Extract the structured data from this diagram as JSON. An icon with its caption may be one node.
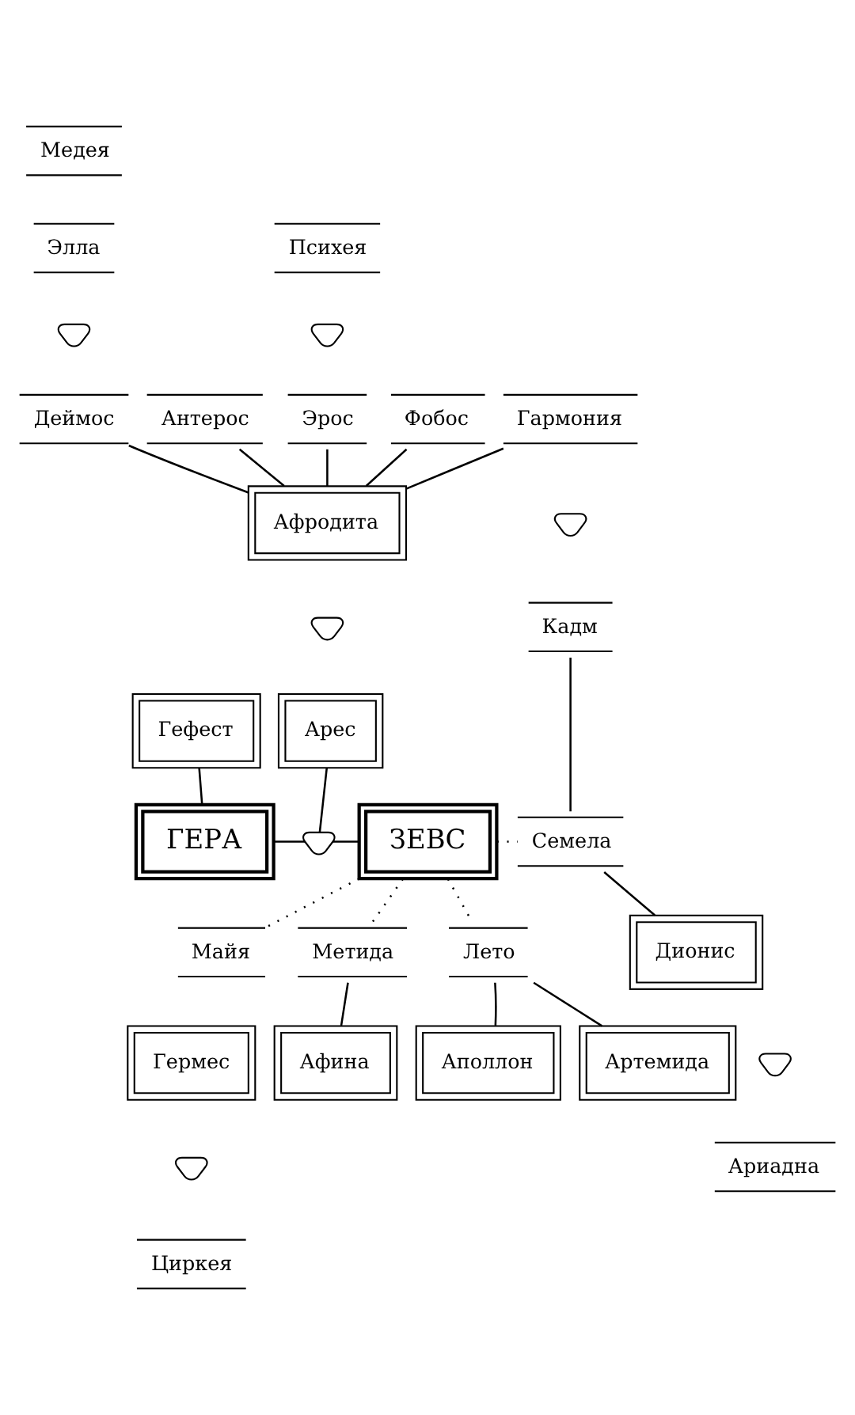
{
  "diagram": {
    "nodes": [
      {
        "text": [
          "Медея"
        ]
      },
      {
        "text": [
          "Элла"
        ]
      },
      {
        "text": [
          "Психея"
        ]
      },
      {
        "text": [],
        "shape": "heart"
      },
      {
        "text": [],
        "shape": "heart"
      },
      {
        "text": [
          "Деймос"
        ]
      },
      {
        "text": [
          "Антерос"
        ]
      },
      {
        "text": [
          "Эрос"
        ]
      },
      {
        "text": [
          "Фобос"
        ]
      },
      {
        "text": [
          "Гармония"
        ]
      },
      {
        "text": [],
        "shape": "heart"
      },
      {
        "text": [
          "Афродита"
        ]
      },
      {
        "text": [
          "Кадм"
        ]
      },
      {
        "text": [],
        "shape": "heart"
      },
      {
        "text": [
          "Гефест"
        ]
      },
      {
        "text": [
          "Арес"
        ]
      },
      {
        "text": [
          "ГЕРА"
        ]
      },
      {
        "text": [],
        "shape": "heart"
      },
      {
        "text": [
          "ЗЕВС"
        ]
      },
      {
        "text": [
          "Семела"
        ]
      },
      {
        "text": [
          "Дионис"
        ]
      },
      {
        "text": [],
        "shape": "heart"
      },
      {
        "text": [
          "Майя"
        ]
      },
      {
        "text": [
          "Метида"
        ]
      },
      {
        "text": [
          "Ариадна"
        ]
      },
      {
        "text": [
          "Гермес"
        ]
      },
      {
        "text": [
          "Афина"
        ]
      },
      {
        "text": [
          "Лето"
        ]
      },
      {
        "text": [],
        "shape": "heart"
      },
      {
        "text": [
          "Аполлон"
        ]
      },
      {
        "text": [
          "Артемида"
        ]
      },
      {
        "text": [
          "Циркея"
        ]
      }
    ],
    "edges": [
      {
        "from": 5,
        "to": 11,
        "arrow": "none"
      },
      {
        "from": 6,
        "to": 11,
        "arrow": "none"
      },
      {
        "from": 7,
        "to": 11,
        "arrow": "none"
      },
      {
        "from": 8,
        "to": 11,
        "arrow": "none"
      },
      {
        "from": 9,
        "to": 11,
        "arrow": "none"
      },
      {
        "from": 12,
        "to": 19,
        "arrow": "none"
      },
      {
        "from": 14,
        "to": 16,
        "arrow": "none"
      },
      {
        "from": 15,
        "to": 17,
        "arrow": "none"
      },
      {
        "from": 16,
        "to": 17,
        "arrow": "none"
      },
      {
        "from": 17,
        "to": 18,
        "arrow": "none"
      },
      {
        "from": 18,
        "to": 19,
        "arrow": "none",
        "style": "dashed"
      },
      {
        "from": 19,
        "to": 20,
        "arrow": "none"
      },
      {
        "from": 18,
        "to": 22,
        "arrow": "none",
        "style": "dashed"
      },
      {
        "from": 18,
        "to": 23,
        "arrow": "none",
        "style": "dashed"
      },
      {
        "from": 18,
        "to": 27,
        "arrow": "none",
        "style": "dashed"
      },
      {
        "from": 23,
        "to": 26,
        "arrow": "none"
      },
      {
        "from": 27,
        "to": 29,
        "arrow": "none"
      },
      {
        "from": 27,
        "to": 30,
        "arrow": "none"
      }
    ]
  }
}
